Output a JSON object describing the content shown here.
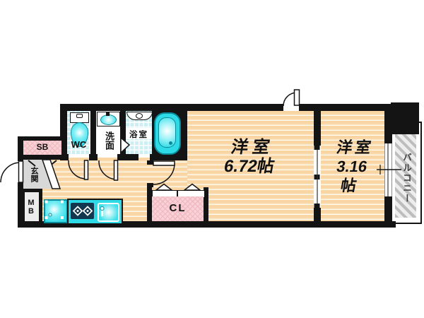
{
  "plan_title": "apartment-floor-plan",
  "rooms": {
    "main": {
      "name": "洋室",
      "size": "6.72帖"
    },
    "second": {
      "name": "洋室",
      "size": "3.16",
      "unit": "帖"
    },
    "balcony": {
      "name": "バルコニー"
    },
    "wc": {
      "name": "WC"
    },
    "washroom": {
      "name": "洗面"
    },
    "bathroom": {
      "name": "浴室"
    },
    "entrance": {
      "name": "玄関"
    },
    "shoe_box": {
      "name": "SB"
    },
    "meter_box": {
      "name": "MB"
    },
    "closet": {
      "name": "CL"
    }
  },
  "colors": {
    "wall": "#141414",
    "flooring": "#F8D5A2",
    "tile": "#CDEFF3",
    "fixture_cyan": "#2EDAE6",
    "storage_pink": "#F8D2D7",
    "entrance_gray": "#D8D8D8",
    "balcony_hatch": "#BDBDBD"
  }
}
